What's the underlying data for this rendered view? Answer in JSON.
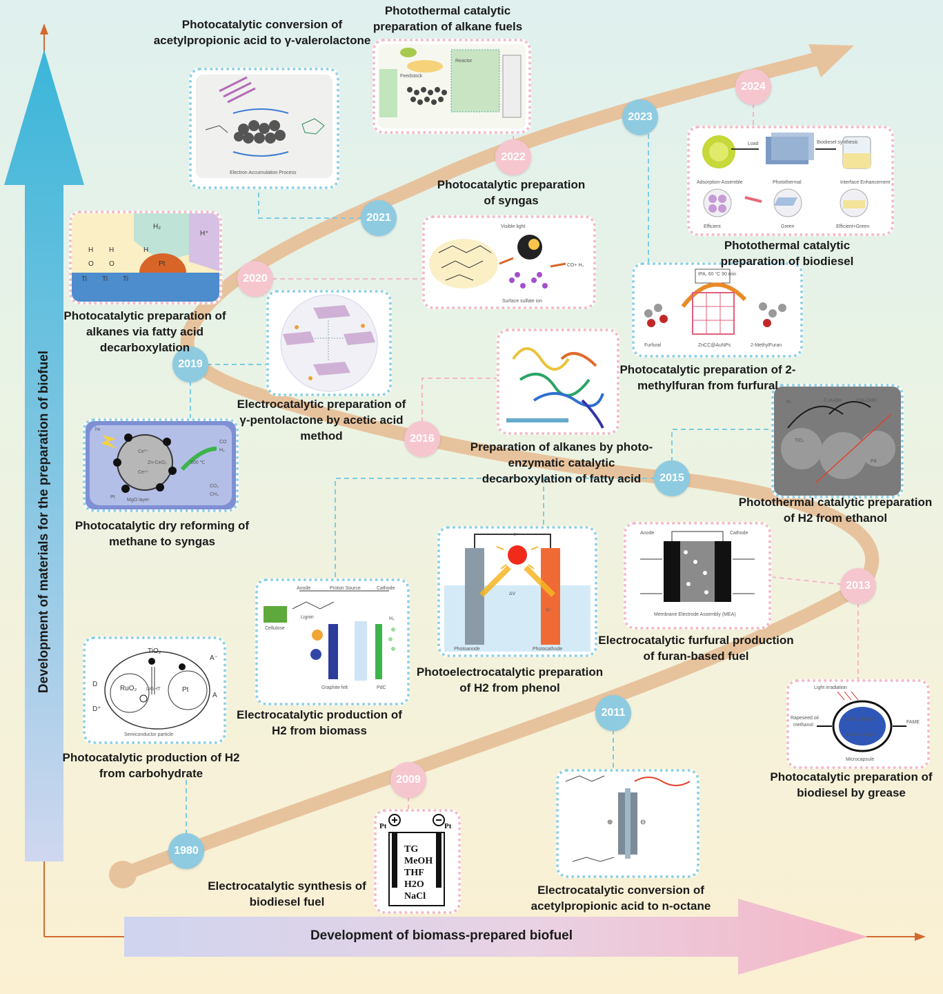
{
  "axes": {
    "vertical_label": "Development of materials for the preparation of biofuel",
    "horizontal_label": "Development of biomass-prepared biofuel"
  },
  "years": [
    "1980",
    "2009",
    "2011",
    "2013",
    "2015",
    "2016",
    "2019",
    "2020",
    "2021",
    "2022",
    "2023",
    "2024"
  ],
  "captions": {
    "c1980": "Photocatalytic production of H2 from carbohydrate",
    "c2009": "Electrocatalytic synthesis of biodiesel fuel",
    "c2011": "Electrocatalytic conversion of acetylpropionic acid to n-octane",
    "c2013a": "Electrocatalytic furfural production of furan-based fuel",
    "c2013b": "Photocatalytic preparation of biodiesel by grease",
    "c2015a": "Photothermal catalytic preparation of H2 from ethanol",
    "c2015b": "Photoelectrocatalytic preparation of H2 from phenol",
    "c2015c": "Electrocatalytic production of H2 from biomass",
    "c2016": "Preparation of alkanes by photo-enzymatic catalytic decarboxylation of fatty acid",
    "c2019a": "Photocatalytic dry reforming of methane to syngas",
    "c2019b": "Electrocatalytic preparation of γ-pentolactone by acetic acid method",
    "c2020": "Photocatalytic preparation of alkanes via fatty acid decarboxylation",
    "c2021": "Photocatalytic conversion of acetylpropionic acid to γ-valerolactone",
    "c2022a": "Photothermal catalytic preparation of alkane fuels",
    "c2022b": "Photocatalytic preparation of syngas",
    "c2023": "Photocatalytic preparation of 2-methylfuran from furfural",
    "c2024": "Photothermal catalytic preparation of biodiesel"
  },
  "figures": {
    "biodiesel_cell": {
      "anode": "Pt",
      "cathode": "Pt",
      "lines": [
        "TG",
        "MeOH",
        "THF",
        "H2O",
        "NaCl"
      ]
    },
    "grease": {
      "top": "Light irradiation",
      "left": "Rapeseed oil methanol",
      "core": "CaO catalyst + Active carbon",
      "right": "FAME",
      "bottom": "Microcapsule"
    },
    "syngas_methane": {
      "labels": [
        "hν",
        "Ce³⁺",
        "Ce⁴⁺",
        "Zn-CeO₂",
        "Pt",
        "MgO layer",
        "600 ℃",
        "CO",
        "H₂",
        "CO₂",
        "CH₄"
      ]
    },
    "syngas_fig": {
      "top": "Visible light",
      "right": "CO+ H₂",
      "bottom": "Surface sulfate ion"
    },
    "methylfuran": {
      "condition": "IPA, 60 °C 90 min",
      "left": "Furfural",
      "center": "ZnCC@AuNPs",
      "right": "2-MethylFuran"
    },
    "tio2_particle": {
      "title": "TiO₂",
      "labels": [
        "RuO₂",
        "LIGHT",
        "Pt",
        "D",
        "D⁺",
        "A⁻",
        "A"
      ],
      "bottom": "Semiconductor particle"
    },
    "phenol_pec": {
      "labels": [
        "e⁻",
        "Photoanode",
        "Photocathode",
        "ΔV",
        "h⁺"
      ]
    },
    "furfural_mea": {
      "labels": [
        "Anode",
        "Cathode",
        "Membrane Electrode Assembly (MEA)"
      ]
    },
    "biomass_cell": {
      "labels": [
        "Anode",
        "Proton Source",
        "Cathode",
        "Cellulose",
        "Lignin",
        "Graphite felt",
        "PdC",
        "H₂"
      ]
    },
    "octane_cell": {
      "labels": [
        "⊕",
        "⊖"
      ]
    },
    "biodiesel_2024": {
      "labels": [
        "Load",
        "Biodiesel synthesis",
        "Adsorption-Assemble",
        "Photothermal",
        "Interface Enhancement",
        "Efficient",
        "Green",
        "Efficient+Green"
      ]
    },
    "alkanes_tio2": {
      "labels": [
        "H₂",
        "H⁺",
        "Pt",
        "Ti",
        "O",
        "H"
      ]
    },
    "photothermal_h2": {
      "labels": [
        "H₂",
        "C₂H₅OH",
        "CH₃CHO",
        "TiO₂",
        "Pd"
      ]
    },
    "alkane_fuels": {
      "labels": [
        "Reactor",
        "Feedstock"
      ]
    }
  }
}
